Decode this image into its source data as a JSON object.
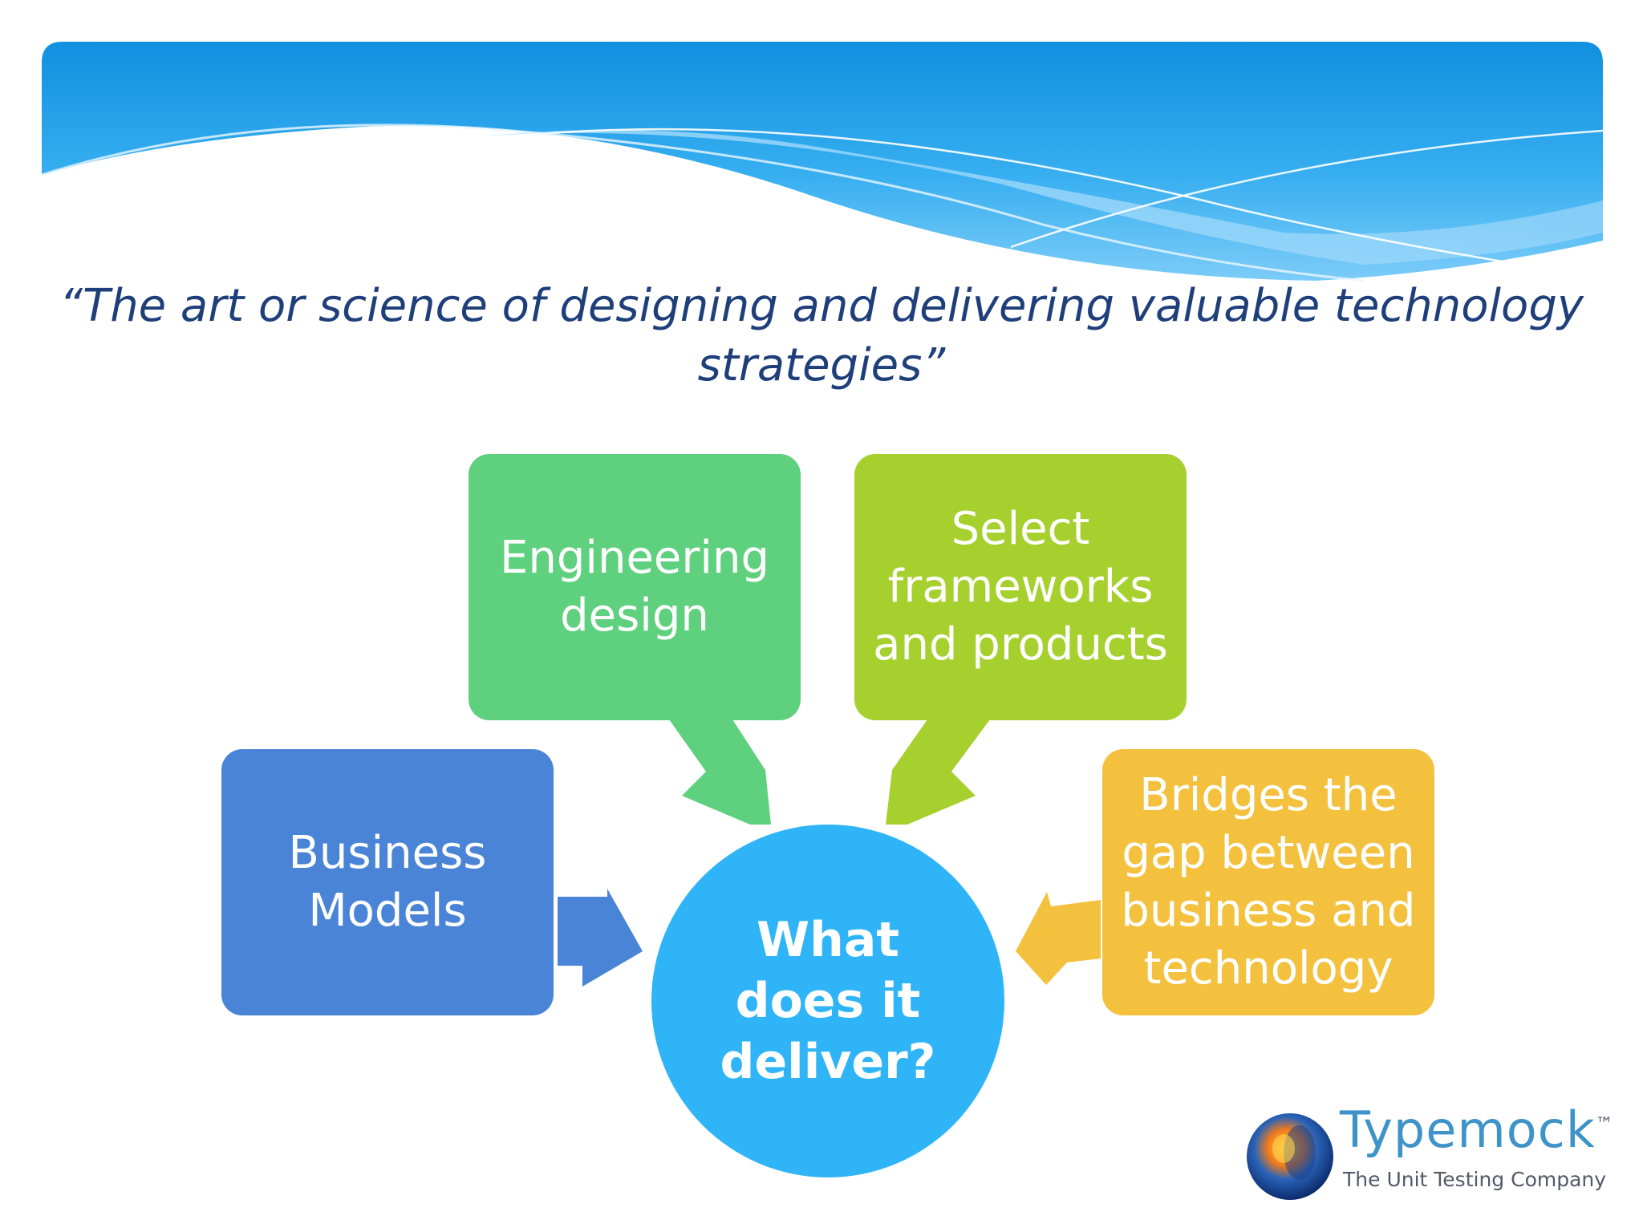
{
  "quote": "“The art or science of designing and delivering valuable technology strategies”",
  "diagram": {
    "center": {
      "label": "What does it deliver?",
      "color": "#2fb4f8"
    },
    "nodes": [
      {
        "id": "engineering",
        "label": "Engineering design",
        "color": "#5fd07d"
      },
      {
        "id": "frameworks",
        "label": "Select frameworks and products",
        "color": "#a6d02e"
      },
      {
        "id": "business",
        "label": "Business Models",
        "color": "#4a84d6"
      },
      {
        "id": "bridges",
        "label": "Bridges the gap between business and technology",
        "color": "#f3c13e"
      }
    ]
  },
  "logo": {
    "name": "Typemock",
    "trademark": "™",
    "tagline": "The Unit Testing Company"
  }
}
